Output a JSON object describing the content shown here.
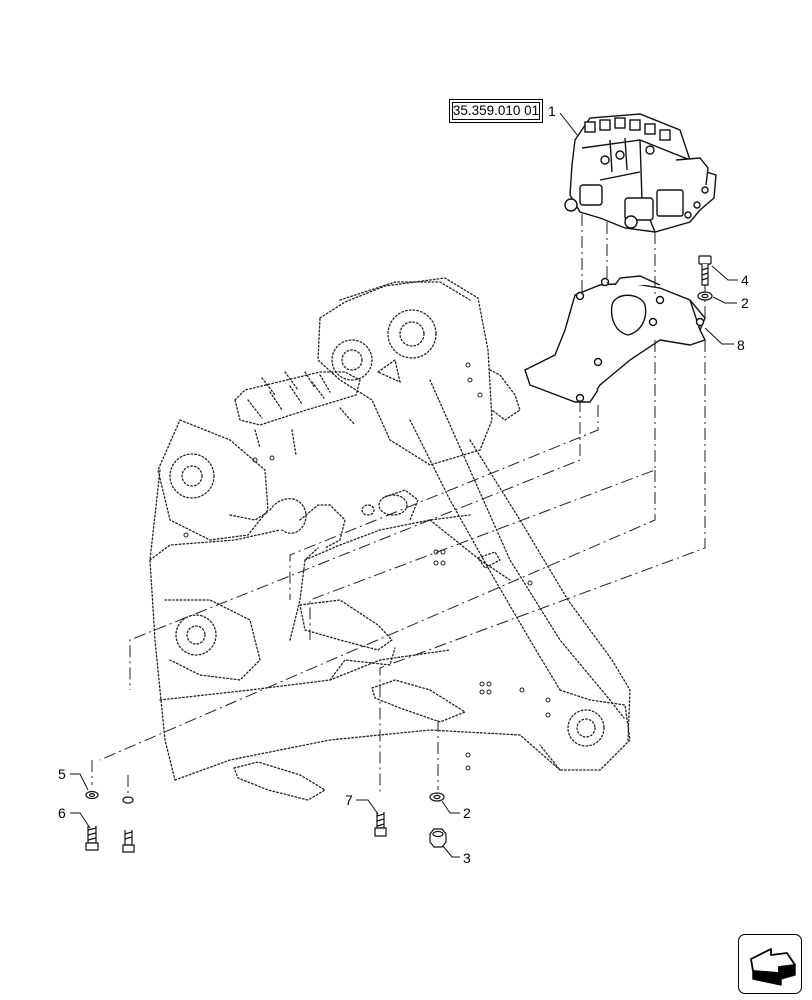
{
  "reference": {
    "code": "35.359.010 01"
  },
  "callouts": {
    "c1": "1",
    "c2a": "2",
    "c2b": "2",
    "c3": "3",
    "c4": "4",
    "c5": "5",
    "c6": "6",
    "c7": "7",
    "c8": "8"
  },
  "nav_icon": "next-page-arrow-icon"
}
